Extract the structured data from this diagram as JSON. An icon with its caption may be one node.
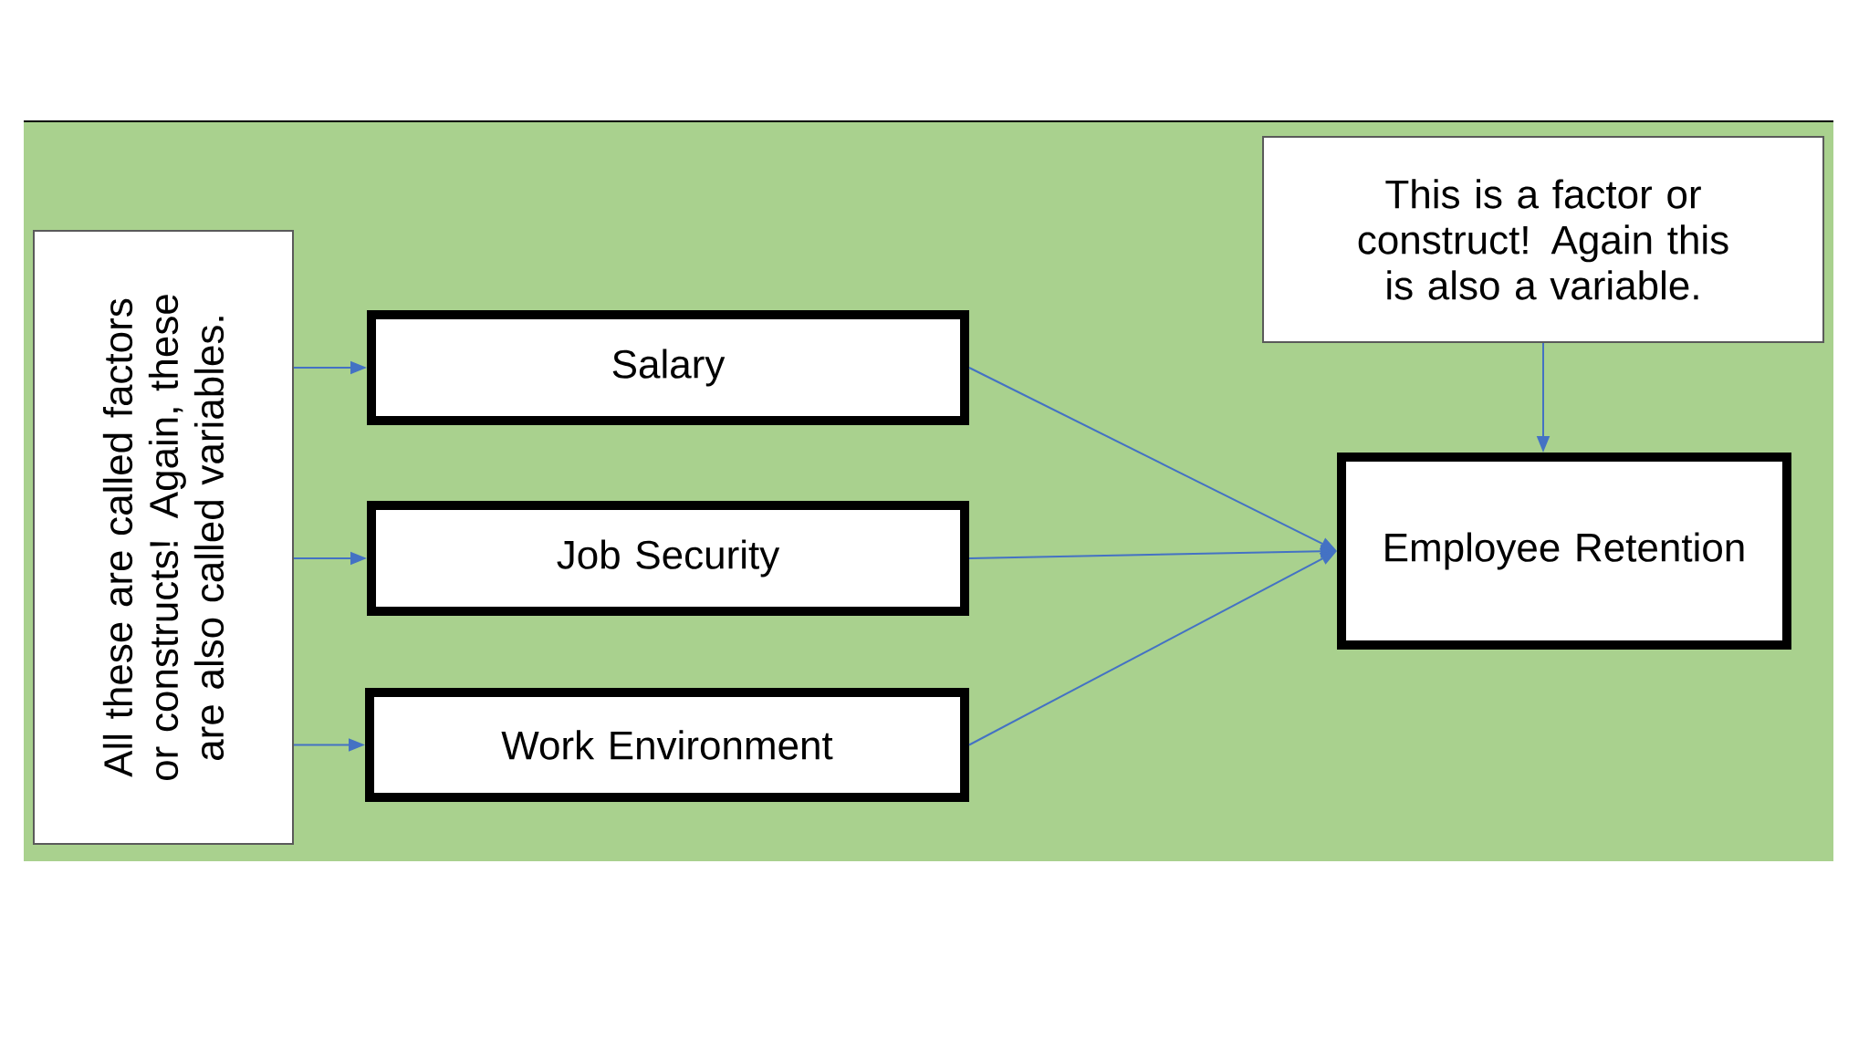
{
  "diagram": {
    "nodes": [
      {
        "text": [
          "All these are called factors or constructs! Again, these are also called variables."
        ]
      },
      {
        "text": [
          "Salary"
        ]
      },
      {
        "text": [
          "Job Security"
        ]
      },
      {
        "text": [
          "Work Environment"
        ]
      },
      {
        "text": [
          "Employee Retention"
        ]
      },
      {
        "text": [
          "This is a factor or construct! Again this is also a variable."
        ]
      }
    ],
    "edges": [
      {
        "from": 0,
        "to": 1,
        "arrow": "to"
      },
      {
        "from": 0,
        "to": 2,
        "arrow": "to"
      },
      {
        "from": 0,
        "to": 3,
        "arrow": "to"
      },
      {
        "from": 1,
        "to": 4,
        "arrow": "to"
      },
      {
        "from": 2,
        "to": 4,
        "arrow": "to"
      },
      {
        "from": 3,
        "to": 4,
        "arrow": "to"
      },
      {
        "from": 5,
        "to": 4,
        "arrow": "to"
      }
    ]
  }
}
